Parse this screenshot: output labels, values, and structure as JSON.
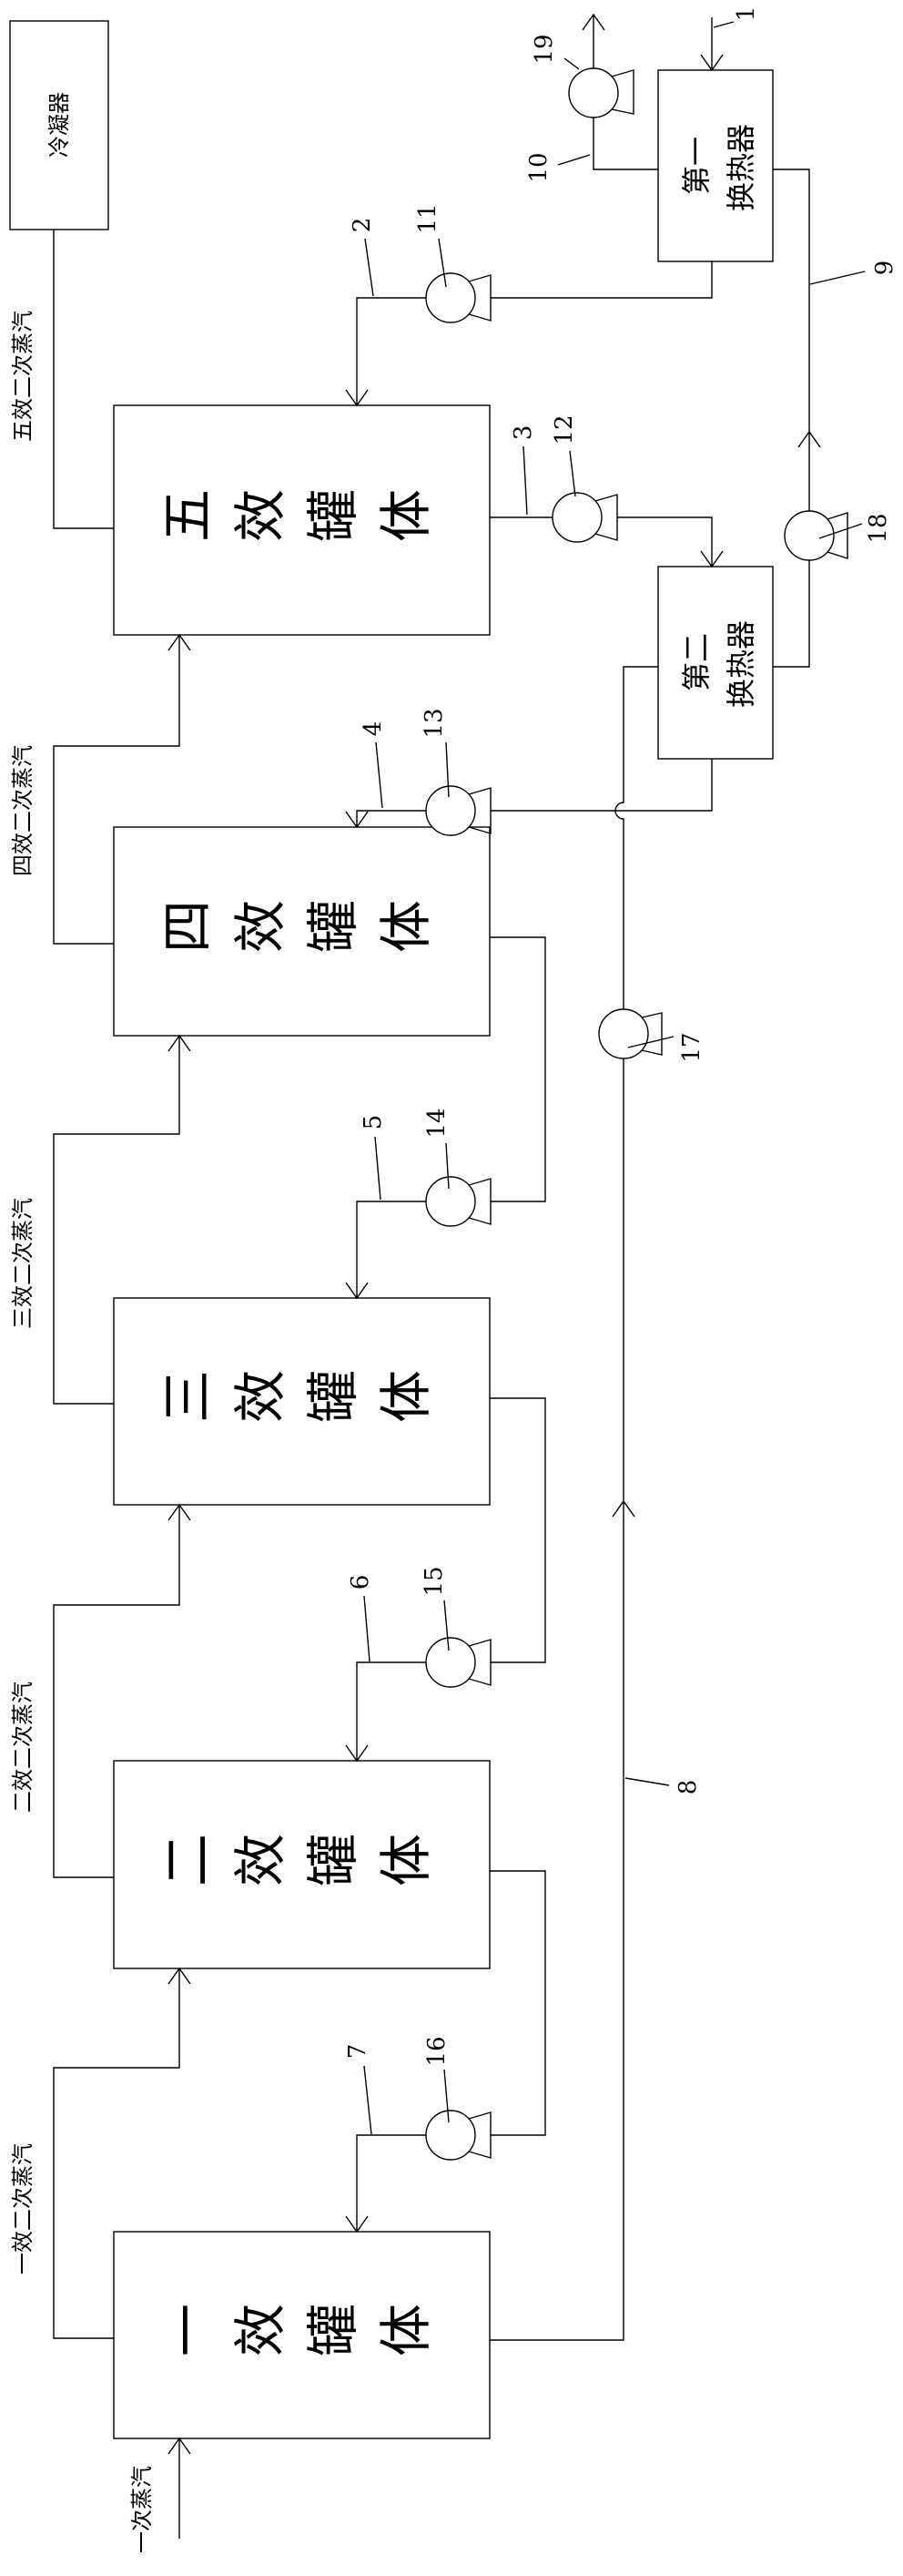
{
  "condenser": {
    "label": "冷凝器"
  },
  "tanks": [
    {
      "label": "五效罐体",
      "steam_label": "五效二次蒸汽"
    },
    {
      "label": "四效罐体",
      "steam_label": "四效二次蒸汽"
    },
    {
      "label": "三效罐体",
      "steam_label": "三效二次蒸汽"
    },
    {
      "label": "二效罐体",
      "steam_label": "二效二次蒸汽"
    },
    {
      "label": "一效罐体",
      "steam_label": "一效二次蒸汽"
    }
  ],
  "primary_steam": {
    "label": "一次蒸汽"
  },
  "heat_exchangers": [
    {
      "line1": "第一",
      "line2": "换热器"
    },
    {
      "line1": "第二",
      "line2": "换热器"
    }
  ],
  "reference_numbers": {
    "n1": "1",
    "n2": "2",
    "n3": "3",
    "n4": "4",
    "n5": "5",
    "n6": "6",
    "n7": "7",
    "n8": "8",
    "n9": "9",
    "n10": "10",
    "n11": "11",
    "n12": "12",
    "n13": "13",
    "n14": "14",
    "n15": "15",
    "n16": "16",
    "n17": "17",
    "n18": "18",
    "n19": "19"
  }
}
